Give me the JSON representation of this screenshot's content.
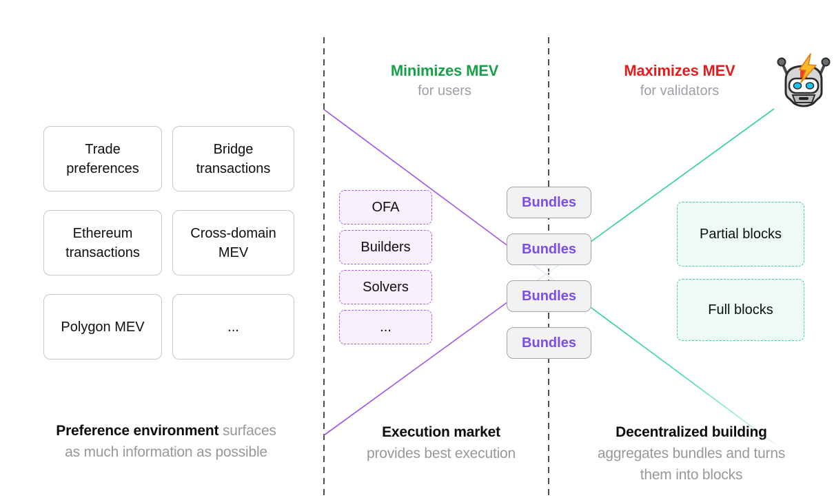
{
  "diagram": {
    "minimize_header": {
      "title": "Minimizes MEV",
      "subtitle": "for users"
    },
    "maximize_header": {
      "title": "Maximizes MEV",
      "subtitle": "for validators"
    },
    "preference_boxes": [
      "Trade preferences",
      "Bridge transactions",
      "Ethereum transactions",
      "Cross-domain MEV",
      "Polygon MEV",
      "..."
    ],
    "market_boxes": [
      "OFA",
      "Builders",
      "Solvers",
      "..."
    ],
    "bundle_boxes": [
      "Bundles",
      "Bundles",
      "Bundles",
      "Bundles"
    ],
    "block_boxes": [
      "Partial blocks",
      "Full blocks"
    ],
    "captions": {
      "left": {
        "bold": "Preference environment",
        "gray_inline": "surfaces",
        "gray_line2": "as much information as possible"
      },
      "middle": {
        "bold": "Execution market",
        "gray": "provides best execution"
      },
      "right": {
        "bold": "Decentralized building",
        "gray_line1": "aggregates bundles and turns",
        "gray_line2": "them into blocks"
      }
    },
    "icons": {
      "robot": "robot-with-lightning-icon"
    },
    "colors": {
      "green_accent": "#18a048",
      "red_accent": "#e11d1d",
      "purple_text": "#7c4ce8",
      "purple_line": "#9d57e8",
      "teal_line": "#36d2a2",
      "purple_box_border": "#ab5fe8",
      "purple_box_fill": "#f9f0fd",
      "teal_box_border": "#3ed0a8",
      "teal_box_fill": "#edfaf5",
      "gray_text": "#98989c"
    }
  }
}
